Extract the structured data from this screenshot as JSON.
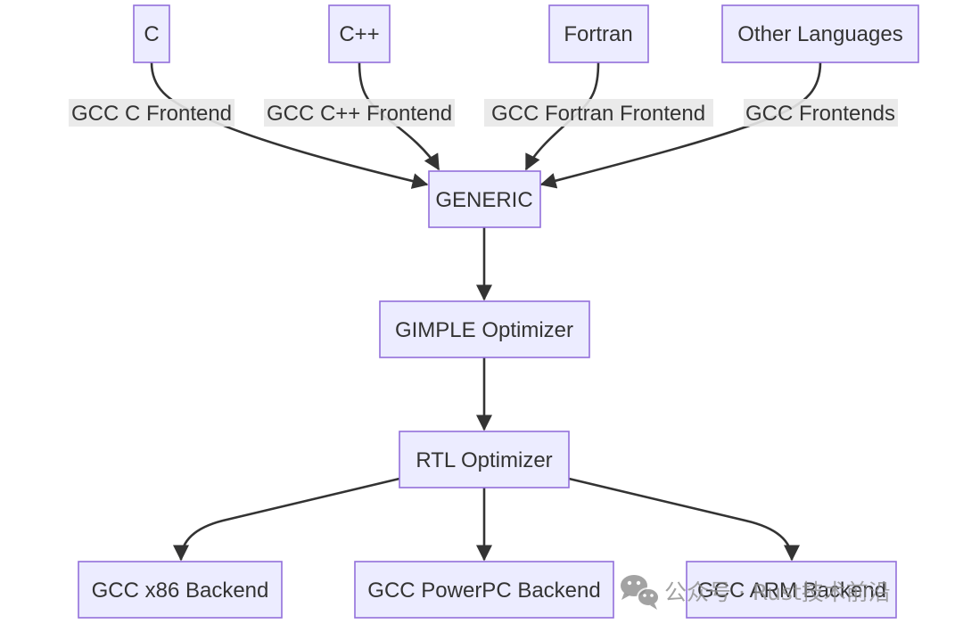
{
  "diagram": {
    "nodes": {
      "c": "C",
      "cpp": "C++",
      "fortran": "Fortran",
      "other": "Other Languages",
      "generic": "GENERIC",
      "gimple": "GIMPLE Optimizer",
      "rtl": "RTL Optimizer",
      "x86": "GCC x86 Backend",
      "powerpc": "GCC PowerPC Backend",
      "arm": "GCC ARM Backend"
    },
    "edge_labels": {
      "c": "GCC C Frontend",
      "cpp": "GCC C++ Frontend",
      "fortran": "GCC Fortran Frontend",
      "other": "GCC Frontends"
    }
  },
  "colors": {
    "node_fill": "#ECECFF",
    "node_border": "#9370DB",
    "edge": "#333333",
    "label_bg": "#E8E8E8",
    "text": "#333333",
    "watermark": "#8C8C8C"
  },
  "watermark": {
    "icon": "wechat-icon",
    "text": "公众号 · Rust技术前沿"
  }
}
